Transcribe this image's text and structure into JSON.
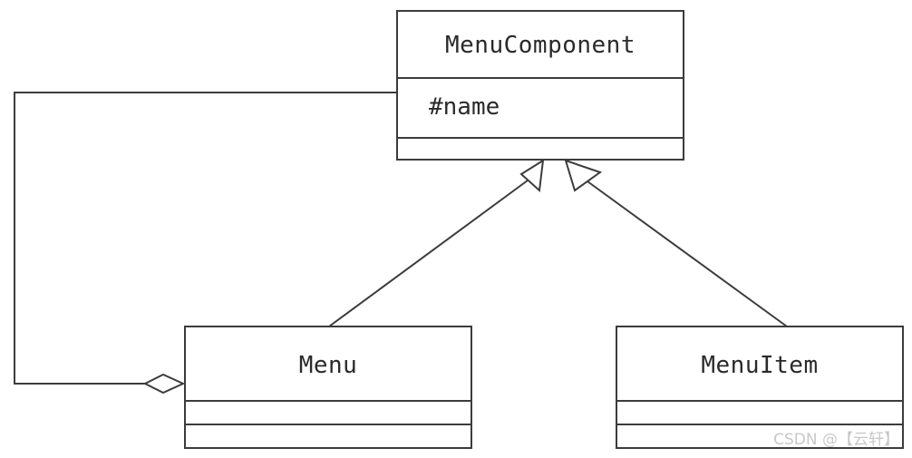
{
  "classes": {
    "menu_component": {
      "name": "MenuComponent",
      "attributes": [
        "#name"
      ]
    },
    "menu": {
      "name": "Menu",
      "attributes": []
    },
    "menu_item": {
      "name": "MenuItem",
      "attributes": []
    }
  },
  "relationships": [
    {
      "type": "generalization",
      "from": "Menu",
      "to": "MenuComponent"
    },
    {
      "type": "generalization",
      "from": "MenuItem",
      "to": "MenuComponent"
    },
    {
      "type": "aggregation",
      "from": "MenuComponent",
      "to": "Menu"
    }
  ],
  "watermark": "CSDN @【云轩】",
  "colors": {
    "line": "#3c3c3c",
    "text": "#2a2a2a",
    "watermark": "#c8c8c8"
  }
}
